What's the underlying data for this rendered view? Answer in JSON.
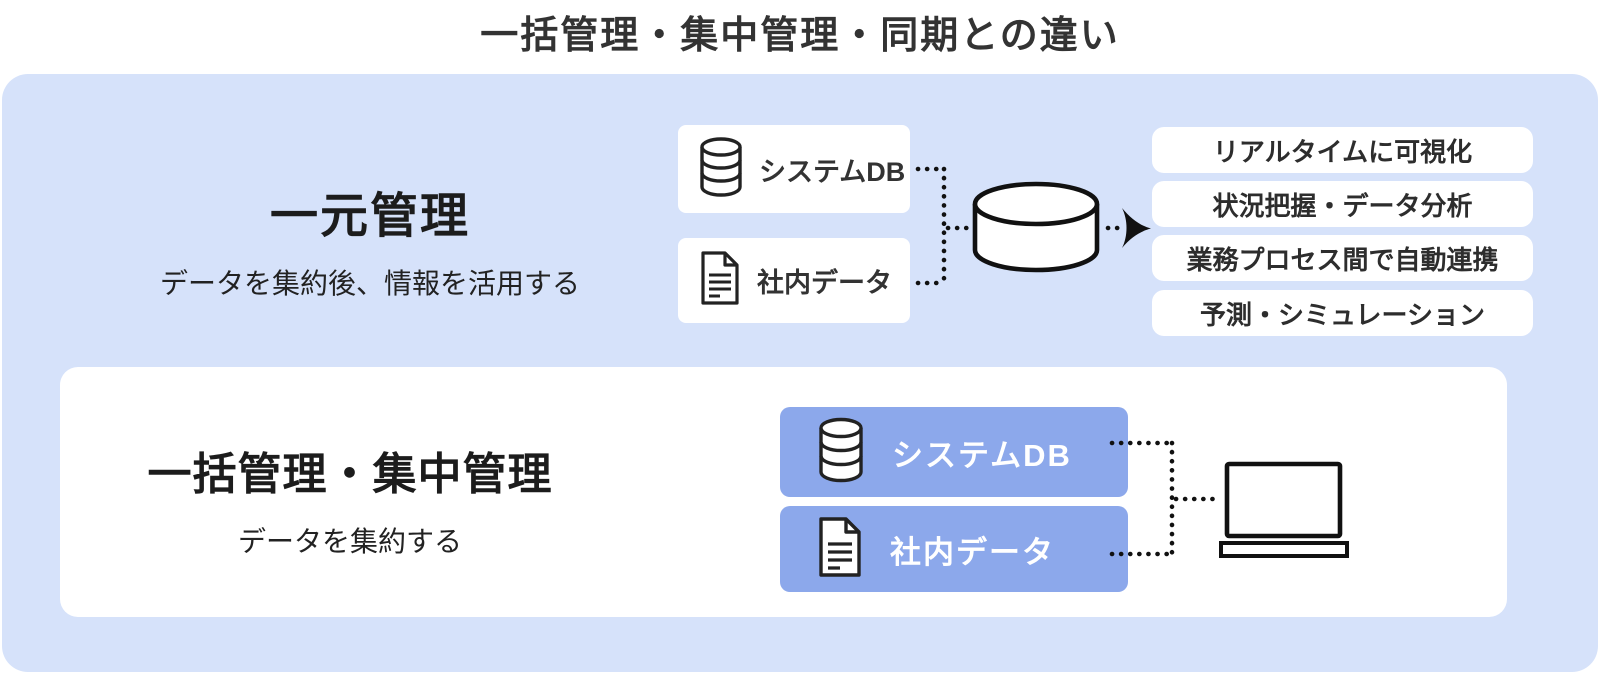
{
  "title": "一括管理・集中管理・同期との違い",
  "colors": {
    "container_bg": "#d6e2fa",
    "panel_bg": "#ffffff",
    "box_blue": "#8ca8eb",
    "text_dark": "#333333",
    "line_black": "#111111"
  },
  "unified": {
    "heading": "一元管理",
    "subtitle": "データを集約後、情報を活用する",
    "sources": [
      {
        "label": "システムDB",
        "icon": "database-icon"
      },
      {
        "label": "社内データ",
        "icon": "document-icon"
      }
    ],
    "hub_icon": "database-cylinder-icon",
    "outcomes": [
      "リアルタイムに可視化",
      "状況把握・データ分析",
      "業務プロセス間で自動連携",
      "予測・シミュレーション"
    ]
  },
  "batch": {
    "heading": "一括管理・集中管理",
    "subtitle": "データを集約する",
    "sources": [
      {
        "label": "システムDB",
        "icon": "database-icon"
      },
      {
        "label": "社内データ",
        "icon": "document-icon"
      }
    ],
    "dest_icon": "laptop-icon"
  }
}
